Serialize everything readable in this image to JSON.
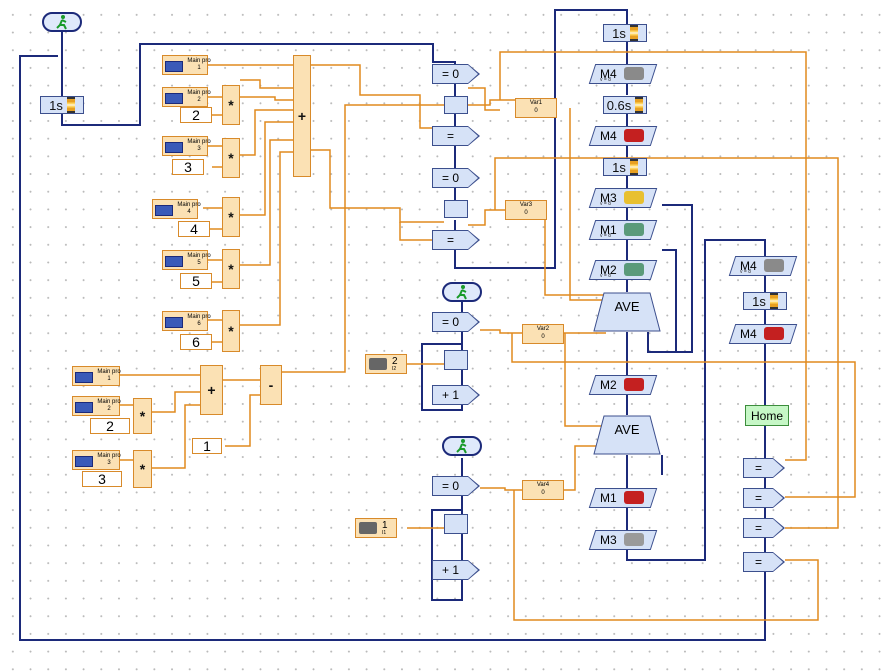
{
  "timers": {
    "t1": "1s",
    "t2": "1s",
    "t3": "0.6s",
    "t4": "1s",
    "t5": "1s"
  },
  "panels": [
    {
      "title": "Main pro",
      "n": "1"
    },
    {
      "title": "Main pro",
      "n": "2"
    },
    {
      "title": "Main pro",
      "n": "3"
    },
    {
      "title": "Main pro",
      "n": "4"
    },
    {
      "title": "Main pro",
      "n": "5"
    },
    {
      "title": "Main pro",
      "n": "6"
    },
    {
      "title": "Main pro",
      "n": "1"
    },
    {
      "title": "Main pro",
      "n": "2"
    },
    {
      "title": "Main pro",
      "n": "3"
    }
  ],
  "constants": {
    "c2": "2",
    "c3": "3",
    "c4": "4",
    "c5": "5",
    "c6": "6",
    "cb2": "2",
    "cb3": "3",
    "cb1": "1"
  },
  "ops": {
    "plus": "+",
    "times": "*",
    "minus": "-"
  },
  "compare": {
    "eq0": "= 0",
    "eq": "=",
    "plus1": "+ 1"
  },
  "vars": [
    {
      "name": "Var1",
      "val": "0"
    },
    {
      "name": "Var3",
      "val": "0"
    },
    {
      "name": "Var2",
      "val": "0"
    },
    {
      "name": "Var4",
      "val": "0"
    }
  ],
  "sensors": [
    {
      "num": "2",
      "sub": "I2"
    },
    {
      "num": "1",
      "sub": "I1"
    }
  ],
  "motors": [
    {
      "label": "M4",
      "sub": "v = 8"
    },
    {
      "label": "M4"
    },
    {
      "label": "M3",
      "sub": "v = 8"
    },
    {
      "label": "M1",
      "sub": "v = 8"
    },
    {
      "label": "M2",
      "sub": "v = 8"
    },
    {
      "label": "M2"
    },
    {
      "label": "M1"
    },
    {
      "label": "M3"
    },
    {
      "label": "M4",
      "sub": "v = 8"
    },
    {
      "label": "M4"
    }
  ],
  "avg": "AVE",
  "home": "Home",
  "colors": {
    "wire_blue": "#1c2a7a",
    "wire_orange": "#e08a1e",
    "block_blue": "#d6e2f7",
    "block_orange": "#fbe1b4"
  }
}
